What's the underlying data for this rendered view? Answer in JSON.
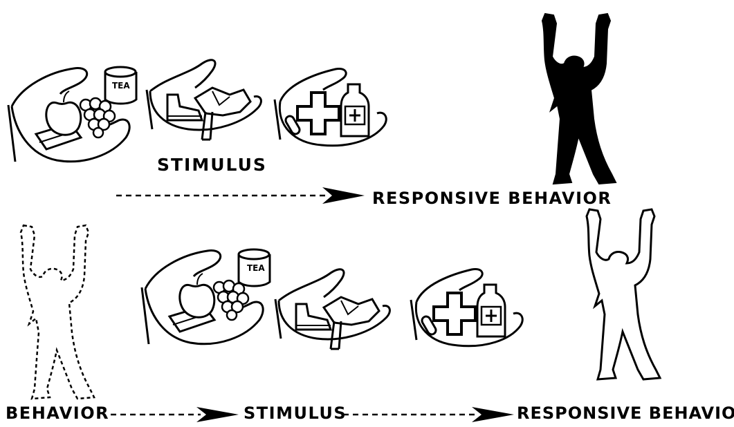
{
  "top_row": {
    "stimulus_label": "STIMULUS",
    "responsive_behavior_label": "RESPONSIVE BEHAVIOR",
    "tea_label": "TEA"
  },
  "bottom_row": {
    "behavior_label": "BEHAVIOR",
    "stimulus_label": "STIMULUS",
    "responsive_behavior_label": "RESPONSIVE BEHAVIOR",
    "tea_label": "TEA"
  }
}
